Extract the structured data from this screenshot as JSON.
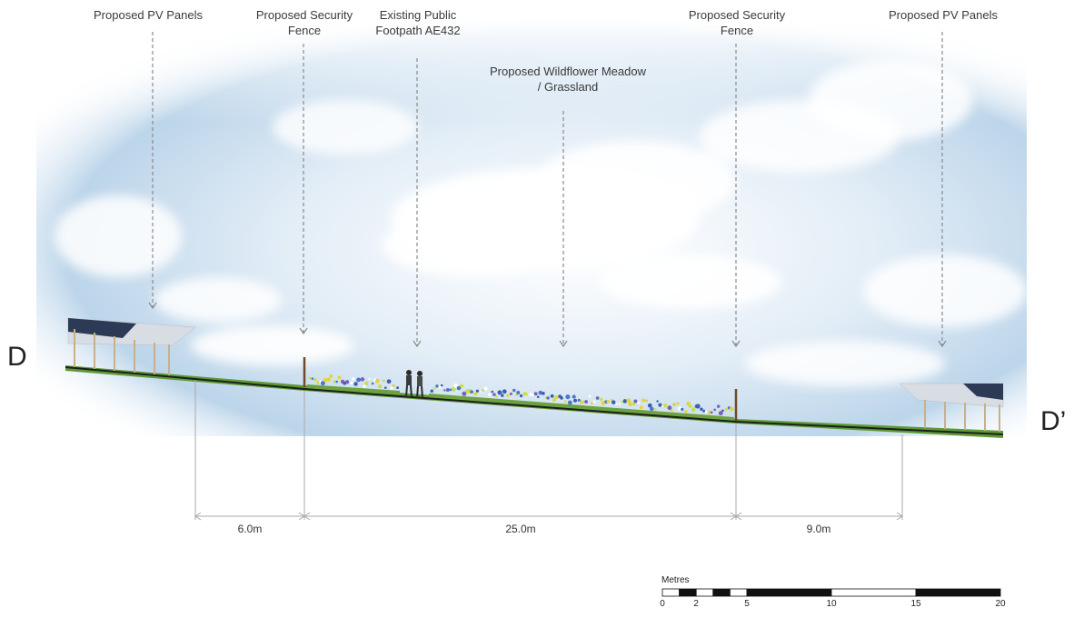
{
  "labels": {
    "pv_left": [
      "Proposed PV Panels"
    ],
    "fence_left": [
      "Proposed Security",
      "Fence"
    ],
    "footpath": [
      "Existing Public",
      "Footpath AE432"
    ],
    "meadow": [
      "Proposed Wildflower Meadow",
      "/ Grassland"
    ],
    "fence_right": [
      "Proposed Security",
      "Fence"
    ],
    "pv_right": [
      "Proposed PV Panels"
    ]
  },
  "section": {
    "start": "D",
    "end": "D’"
  },
  "dimensions": {
    "left": "6.0m",
    "middle": "25.0m",
    "right": "9.0m"
  },
  "scale_bar": {
    "title": "Metres",
    "ticks": [
      "0",
      "2",
      "5",
      "10",
      "15",
      "20"
    ]
  },
  "colors": {
    "sky_blue": "#d6e6f3",
    "grass": "#4f8a2e",
    "ground_line": "#1e1e1e",
    "panel": "#2d3a55",
    "frame": "#c9b08a"
  }
}
